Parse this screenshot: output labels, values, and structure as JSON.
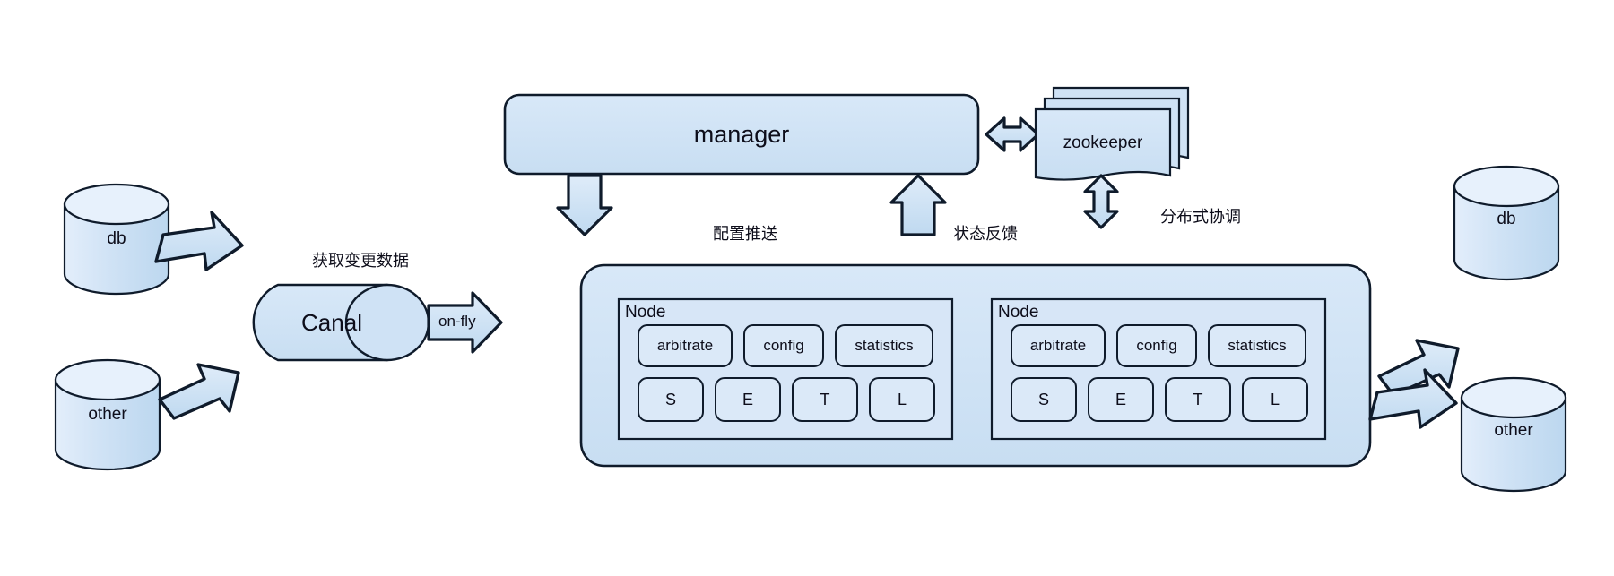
{
  "diagram": {
    "title": "Canal / manager distributed architecture",
    "colors": {
      "fill": "#cfe2f5",
      "fill_light": "#dbe9f8",
      "fill_node": "#d7e6f7",
      "stroke": "#0f1b2b",
      "arrow_fill": "#c9e0f3",
      "text": "#0d0d1a"
    },
    "sources": [
      {
        "id": "db-left",
        "label": "db"
      },
      {
        "id": "other-left",
        "label": "other"
      }
    ],
    "sinks": [
      {
        "id": "db-right",
        "label": "db"
      },
      {
        "id": "other-right",
        "label": "other"
      }
    ],
    "canal": {
      "label": "Canal"
    },
    "manager": {
      "label": "manager"
    },
    "zookeeper": {
      "label": "zookeeper",
      "stack_count": 3
    },
    "edge_labels": {
      "fetch_changes": "获取变更数据",
      "on_fly": "on-fly",
      "config_push": "配置推送",
      "status_feedback": "状态反馈",
      "distributed_coordination": "分布式协调"
    },
    "cluster": {
      "nodes": [
        {
          "title": "Node",
          "row1": [
            "arbitrate",
            "config",
            "statistics"
          ],
          "row2": [
            "S",
            "E",
            "T",
            "L"
          ]
        },
        {
          "title": "Node",
          "row1": [
            "arbitrate",
            "config",
            "statistics"
          ],
          "row2": [
            "S",
            "E",
            "T",
            "L"
          ]
        }
      ]
    }
  }
}
